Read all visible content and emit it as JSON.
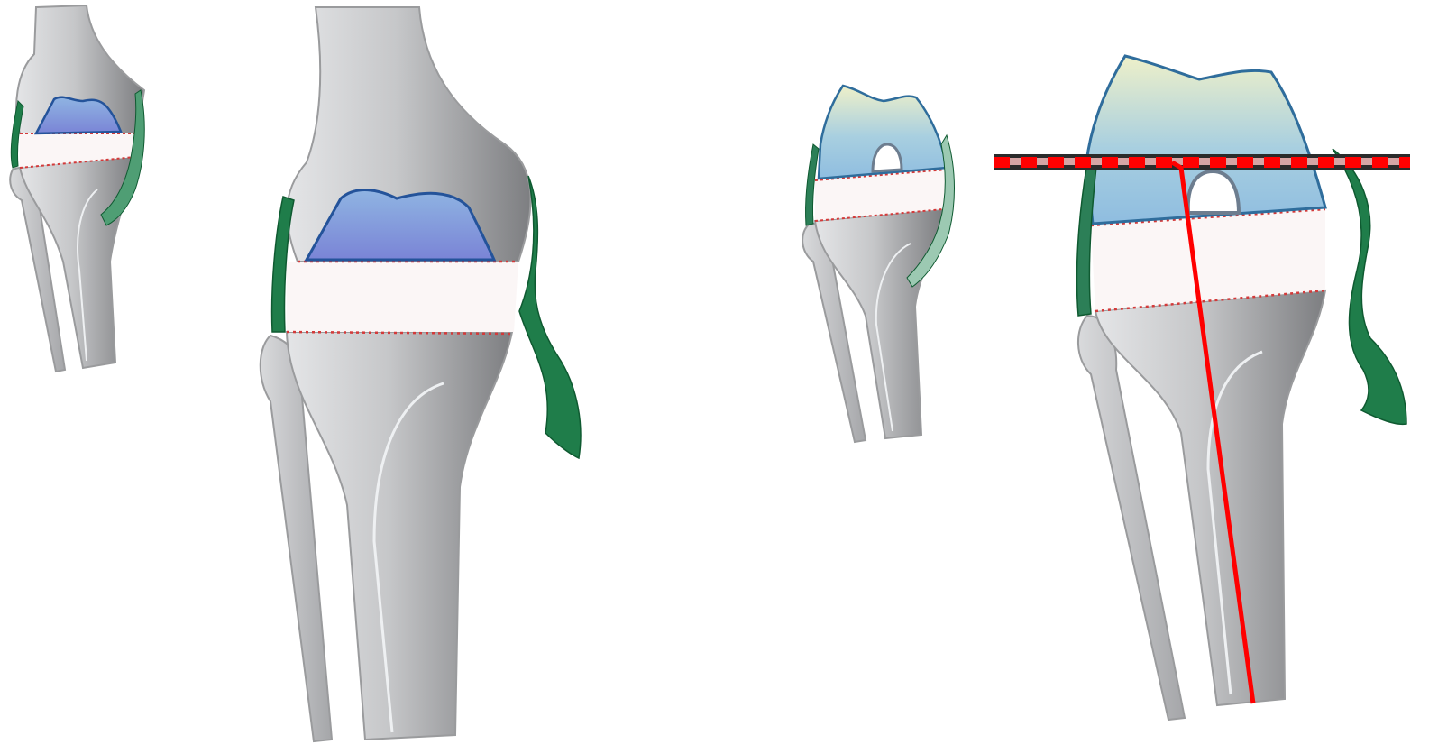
{
  "figure": {
    "panels": [
      {
        "id": "A-small",
        "implant": "femoral-implant"
      },
      {
        "id": "A-large",
        "implant": "femoral-implant"
      },
      {
        "id": "B-small",
        "implant": "femoral-implant-with-notch"
      },
      {
        "id": "B-large",
        "implant": "femoral-implant-with-notch",
        "overlay": [
          "joint-line-dashed",
          "tibial-axis-line"
        ]
      }
    ],
    "colors": {
      "bone": "#c9cacc",
      "bone_dark": "#8f9093",
      "bone_outline": "#9a9b9d",
      "implant_a": "#6f8fd1",
      "implant_b": "#b6d5d8",
      "implant_outline": "#24539a",
      "insert": "#fbf6f6",
      "cut_line": "#d33a3a",
      "ligament": "#1f7d4a",
      "axis": "#ff0000"
    }
  }
}
